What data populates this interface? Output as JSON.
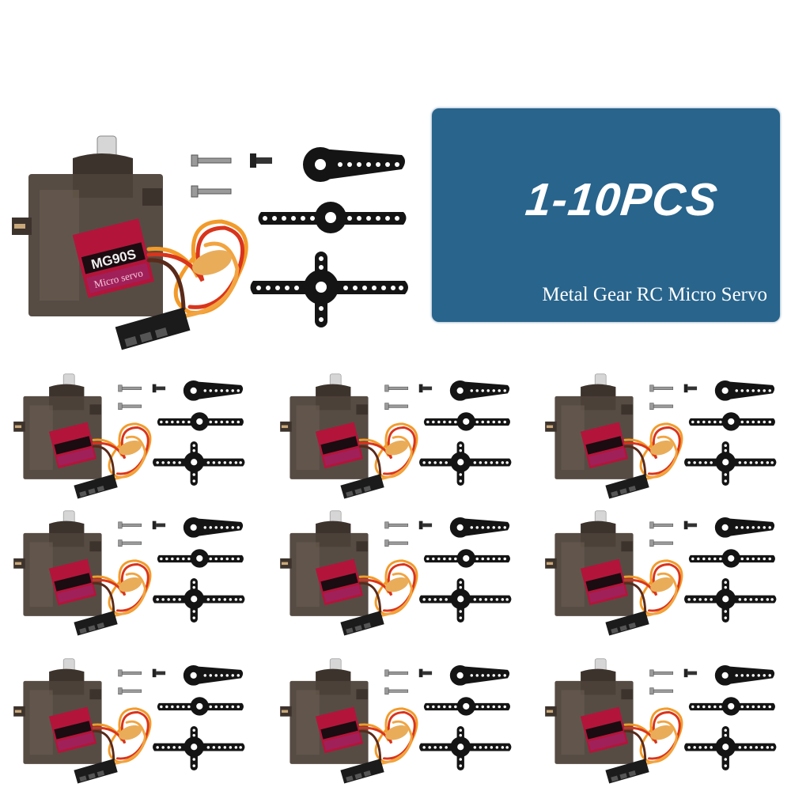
{
  "banner": {
    "quantity": "1-10PCS",
    "subtitle": "Metal Gear RC Micro Servo",
    "color": "#28648c"
  },
  "product": {
    "model": "MG90S",
    "type_label": "Micro servo"
  },
  "grid_count": 9
}
